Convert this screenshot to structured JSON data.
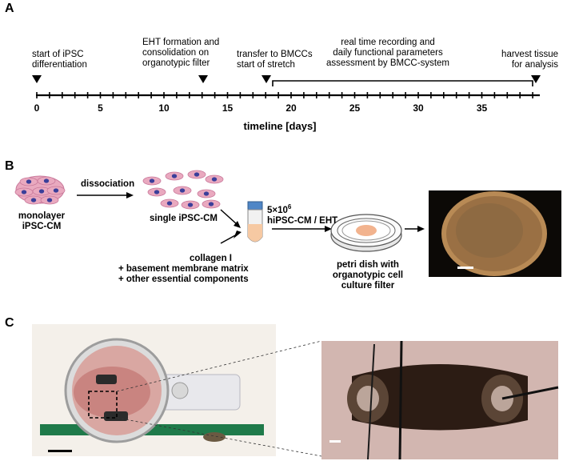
{
  "panel_a": {
    "label": "A",
    "events": [
      {
        "line1": "start of iPSC",
        "line2": "differentiation",
        "line3": ""
      },
      {
        "line1": "EHT formation and",
        "line2": "consolidation on",
        "line3": "organotypic filter"
      },
      {
        "line1": "transfer to BMCCs",
        "line2": "start of stretch",
        "line3": ""
      },
      {
        "line1": "real time recording and",
        "line2": "daily functional parameters",
        "line3": "assessment by BMCC-system"
      },
      {
        "line1": "harvest tissue",
        "line2": "for analysis",
        "line3": ""
      }
    ],
    "ticks": [
      "0",
      "5",
      "10",
      "15",
      "20",
      "25",
      "30",
      "35"
    ],
    "axis_title": "timeline [days]"
  },
  "panel_b": {
    "label": "B",
    "monolayer": {
      "line1": "monolayer",
      "line2": "iPSC-CM"
    },
    "dissociation": "dissociation",
    "single": "single iPSC-CM",
    "collagen": {
      "line1": "collagen I",
      "line2": "+ basement membrane matrix",
      "line3": "+ other essential components"
    },
    "cells": {
      "line1": "5×10",
      "sup": "6",
      "line2": "hiPSC-CM / EHT"
    },
    "petri": {
      "line1": "petri dish with",
      "line2": "organotypic cell",
      "line3": "culture filter"
    }
  },
  "panel_c": {
    "label": "C"
  },
  "colors": {
    "cell_body": "#e9a9bf",
    "cell_nucleus": "#3b3f9a",
    "tube_cap": "#4f86c6",
    "tube_fluid": "#f6c9a3",
    "filter_tissue": "#f2b38e"
  }
}
